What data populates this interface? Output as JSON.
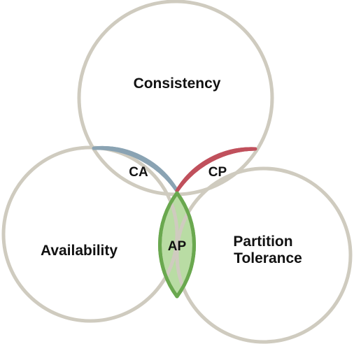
{
  "diagram": {
    "circles": {
      "consistency": {
        "label": "Consistency"
      },
      "availability": {
        "label": "Availability"
      },
      "partition": {
        "label_line1": "Partition",
        "label_line2": "Tolerance"
      }
    },
    "regions": {
      "ca": {
        "label": "CA",
        "fill": "#b3c4cf",
        "stroke": "#8aa3b3"
      },
      "cp": {
        "label": "CP",
        "fill": "#e6a9ae",
        "stroke": "#c0505c"
      },
      "ap": {
        "label": "AP",
        "fill": "#b9dca4",
        "stroke": "#6aa84f"
      }
    },
    "circle_stroke": "#cfcbbf"
  }
}
